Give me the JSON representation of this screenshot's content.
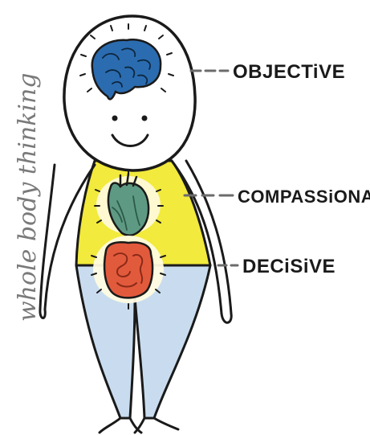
{
  "illustration": {
    "side_text": "whole body thinking",
    "labels": {
      "head": "OBJECTiVE",
      "chest": "COMPASSiONATE",
      "belly": "DECiSiVE"
    },
    "colors": {
      "outline": "#1a1a1a",
      "brain": "#2b6cb0",
      "torso": "#f2ea3c",
      "legs": "#c9dcef",
      "heart": "#5e9a83",
      "gut": "#e25a3c",
      "side_text": "#7a7a7a",
      "dashes": "#6b6b6b"
    },
    "icons": [
      "brain-icon",
      "heart-icon",
      "gut-icon",
      "face-icon"
    ]
  }
}
